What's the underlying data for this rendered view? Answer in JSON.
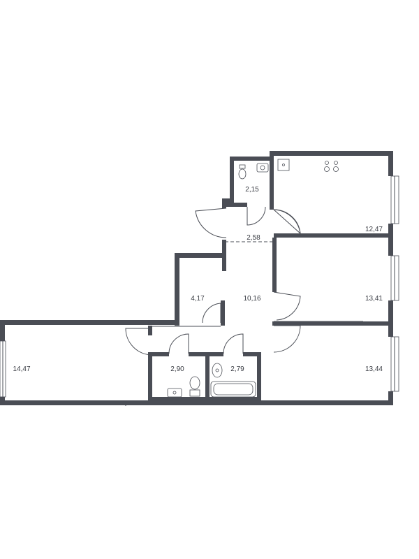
{
  "rooms": [
    {
      "id": "bath-small",
      "area": "2,15"
    },
    {
      "id": "kitchen",
      "area": "12,47"
    },
    {
      "id": "hall-upper",
      "area": "2,58"
    },
    {
      "id": "storage",
      "area": "4,17"
    },
    {
      "id": "corridor",
      "area": "10,16"
    },
    {
      "id": "bedroom-right",
      "area": "13,41"
    },
    {
      "id": "living-left",
      "area": "14,47"
    },
    {
      "id": "wc",
      "area": "2,90"
    },
    {
      "id": "bathroom",
      "area": "2,79"
    },
    {
      "id": "bedroom-bottom-right",
      "area": "13,44"
    }
  ],
  "colors": {
    "wall": "#4a4d55",
    "text": "#3a3d44",
    "background": "#ffffff"
  }
}
